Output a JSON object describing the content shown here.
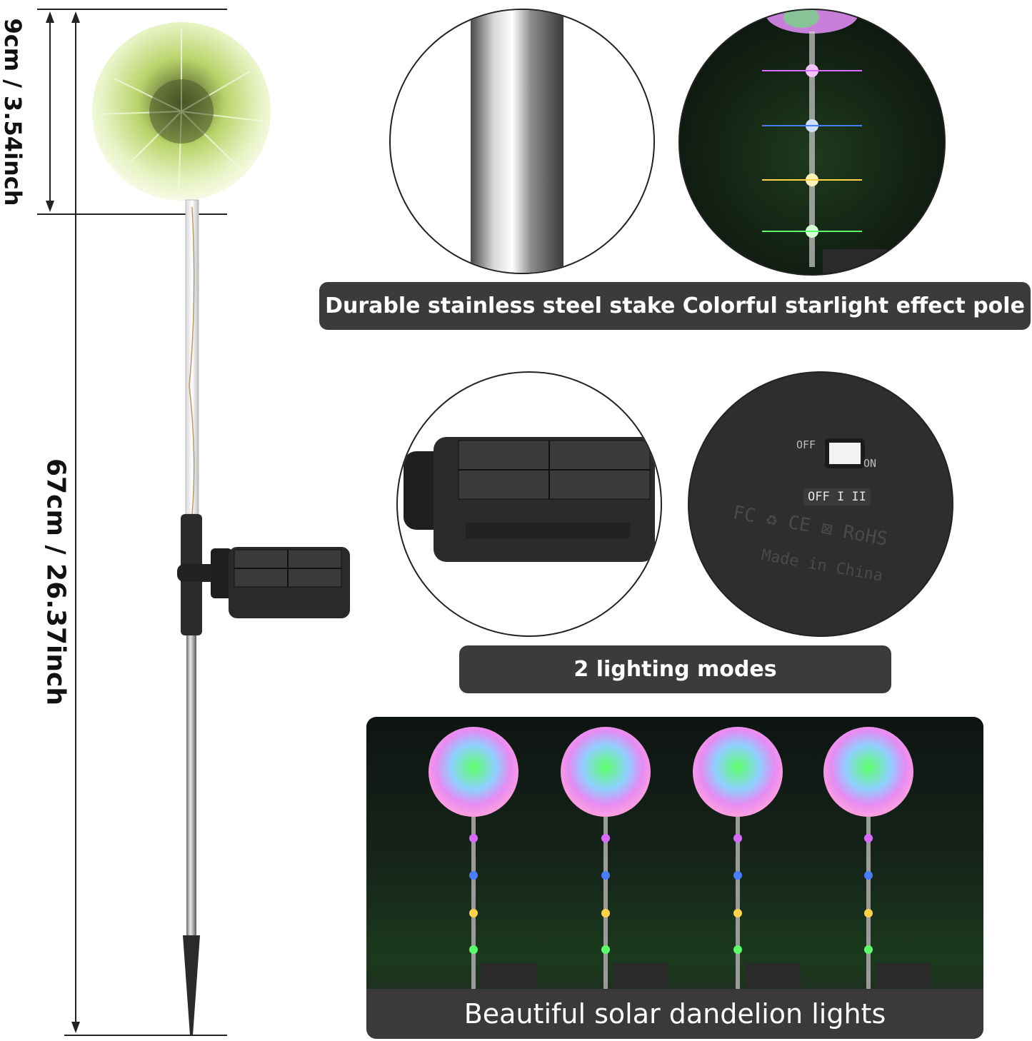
{
  "dimensions": {
    "height_label": "9cm / 3.54inch",
    "total_label": "67cm / 26.37inch"
  },
  "features": {
    "stake_caption": "Durable stainless steel stake Colorful starlight effect pole",
    "modes_caption": "2 lighting modes",
    "scene_caption": "Beautiful solar dandelion lights"
  },
  "switch_panel": {
    "off_label": "OFF",
    "on_label": "ON",
    "modes_label": "OFF I II",
    "cert_marks": "FC ♻ CE ⊠ RoHS",
    "made_in": "Made in China"
  },
  "colors": {
    "caption_bg": "#3b3b3b",
    "dandelion_white": "#e8f3c6",
    "led_purple": "#d86cff",
    "led_blue": "#4a7dff",
    "led_yellow": "#ffd24a",
    "led_green": "#5bff6a"
  }
}
